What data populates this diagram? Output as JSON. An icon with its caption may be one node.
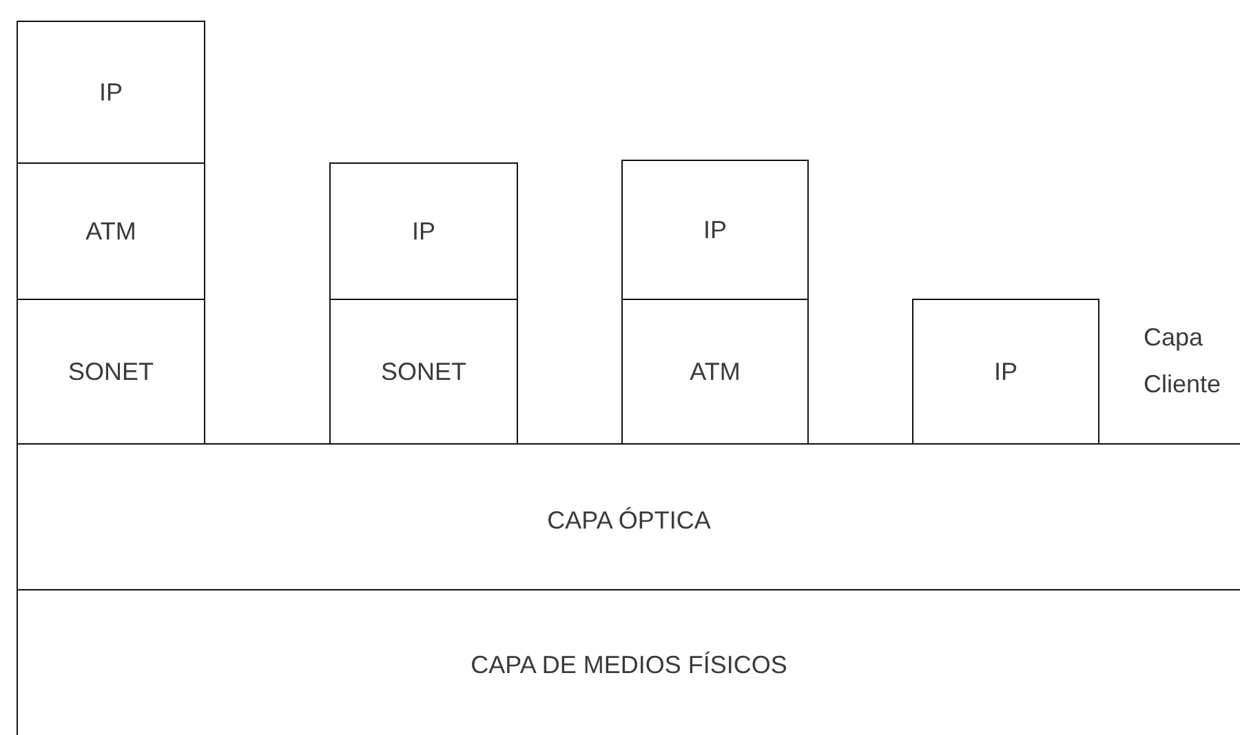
{
  "diagram": {
    "nodes": [
      {
        "text": [
          "IP"
        ]
      },
      {
        "text": [
          "ATM"
        ]
      },
      {
        "text": [
          "SONET"
        ]
      },
      {
        "text": [
          "IP"
        ]
      },
      {
        "text": [
          "SONET"
        ]
      },
      {
        "text": [
          "IP"
        ]
      },
      {
        "text": [
          "ATM"
        ]
      },
      {
        "text": [
          "IP"
        ]
      },
      {
        "text": [
          "CAPA ÓPTICA"
        ]
      },
      {
        "text": [
          "CAPA DE MEDIOS FÍSICOS"
        ]
      }
    ],
    "labels": [
      "Capa Cliente"
    ]
  }
}
